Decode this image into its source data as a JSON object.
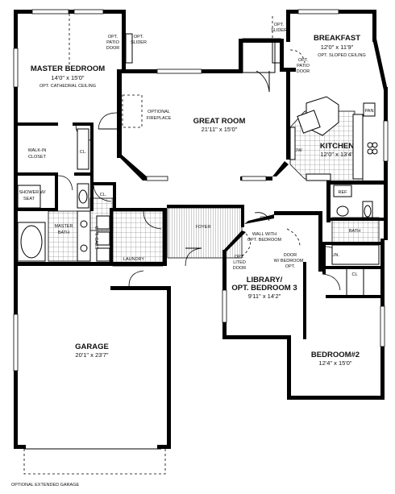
{
  "rooms": {
    "master_bedroom": {
      "name": "MASTER BEDROOM",
      "size": "14'0\" x 15'0\"",
      "note": "OPT. CATHEDRAL CEILING"
    },
    "great_room": {
      "name": "GREAT ROOM",
      "size": "21'11\" x 15'0\""
    },
    "breakfast": {
      "name": "BREAKFAST",
      "size": "12'0\" x 11'9\"",
      "note": "OPT. SLOPED CEILING"
    },
    "kitchen": {
      "name": "KITCHEN",
      "size": "12'0\" x 13'4\""
    },
    "library": {
      "name": "LIBRARY/",
      "name2": "OPT. BEDROOM 3",
      "size": "9'11\" x 14'2\""
    },
    "bedroom2": {
      "name": "BEDROOM#2",
      "size": "12'4\" x 15'0\""
    },
    "garage": {
      "name": "GARAGE",
      "size": "20'1\" x 23'7\""
    },
    "walk_in_closet": {
      "line1": "WALK-IN",
      "line2": "CLOSET"
    },
    "master_bath": {
      "line1": "MASTER",
      "line2": "BATH"
    },
    "shower": {
      "line1": "SHOWER W/",
      "line2": "SEAT"
    },
    "laundry": "LAUNDRY",
    "foyer": "FOYER",
    "bath": "BATH"
  },
  "labels": {
    "opt_patio_door_1": "OPT.",
    "opt_patio_door_2": "PATIO",
    "opt_patio_door_3": "DOOR",
    "opt_slider_left_1": "OPT.",
    "opt_slider_left_2": "SLIDER",
    "opt_slider_right_1": "OPT.",
    "opt_slider_right_2": "SLIDER",
    "optional_fireplace_1": "OPTIONAL",
    "optional_fireplace_2": "FIREPLACE",
    "opt_patio_door_b1": "OPT.",
    "opt_patio_door_b2": "PATIO",
    "opt_patio_door_b3": "DOOR",
    "dw": "DW",
    "ref": "REF",
    "pan": "PAN",
    "cl": "CL.",
    "cl_kitchen": "CL",
    "opt_cabs": "OPT. CABS",
    "wall_with_1": "WALL WITH",
    "wall_with_2": "OPT. BEDROOM",
    "opt_lited_1": "OPT.",
    "opt_lited_2": "LITED",
    "opt_lited_3": "DOOR",
    "door_w_1": "DOOR",
    "door_w_2": "W/ BEDROOM",
    "door_w_3": "OPT.",
    "lin": "LIN.",
    "optional_extended_garage": "OPTIONAL EXTENDED GARAGE"
  }
}
